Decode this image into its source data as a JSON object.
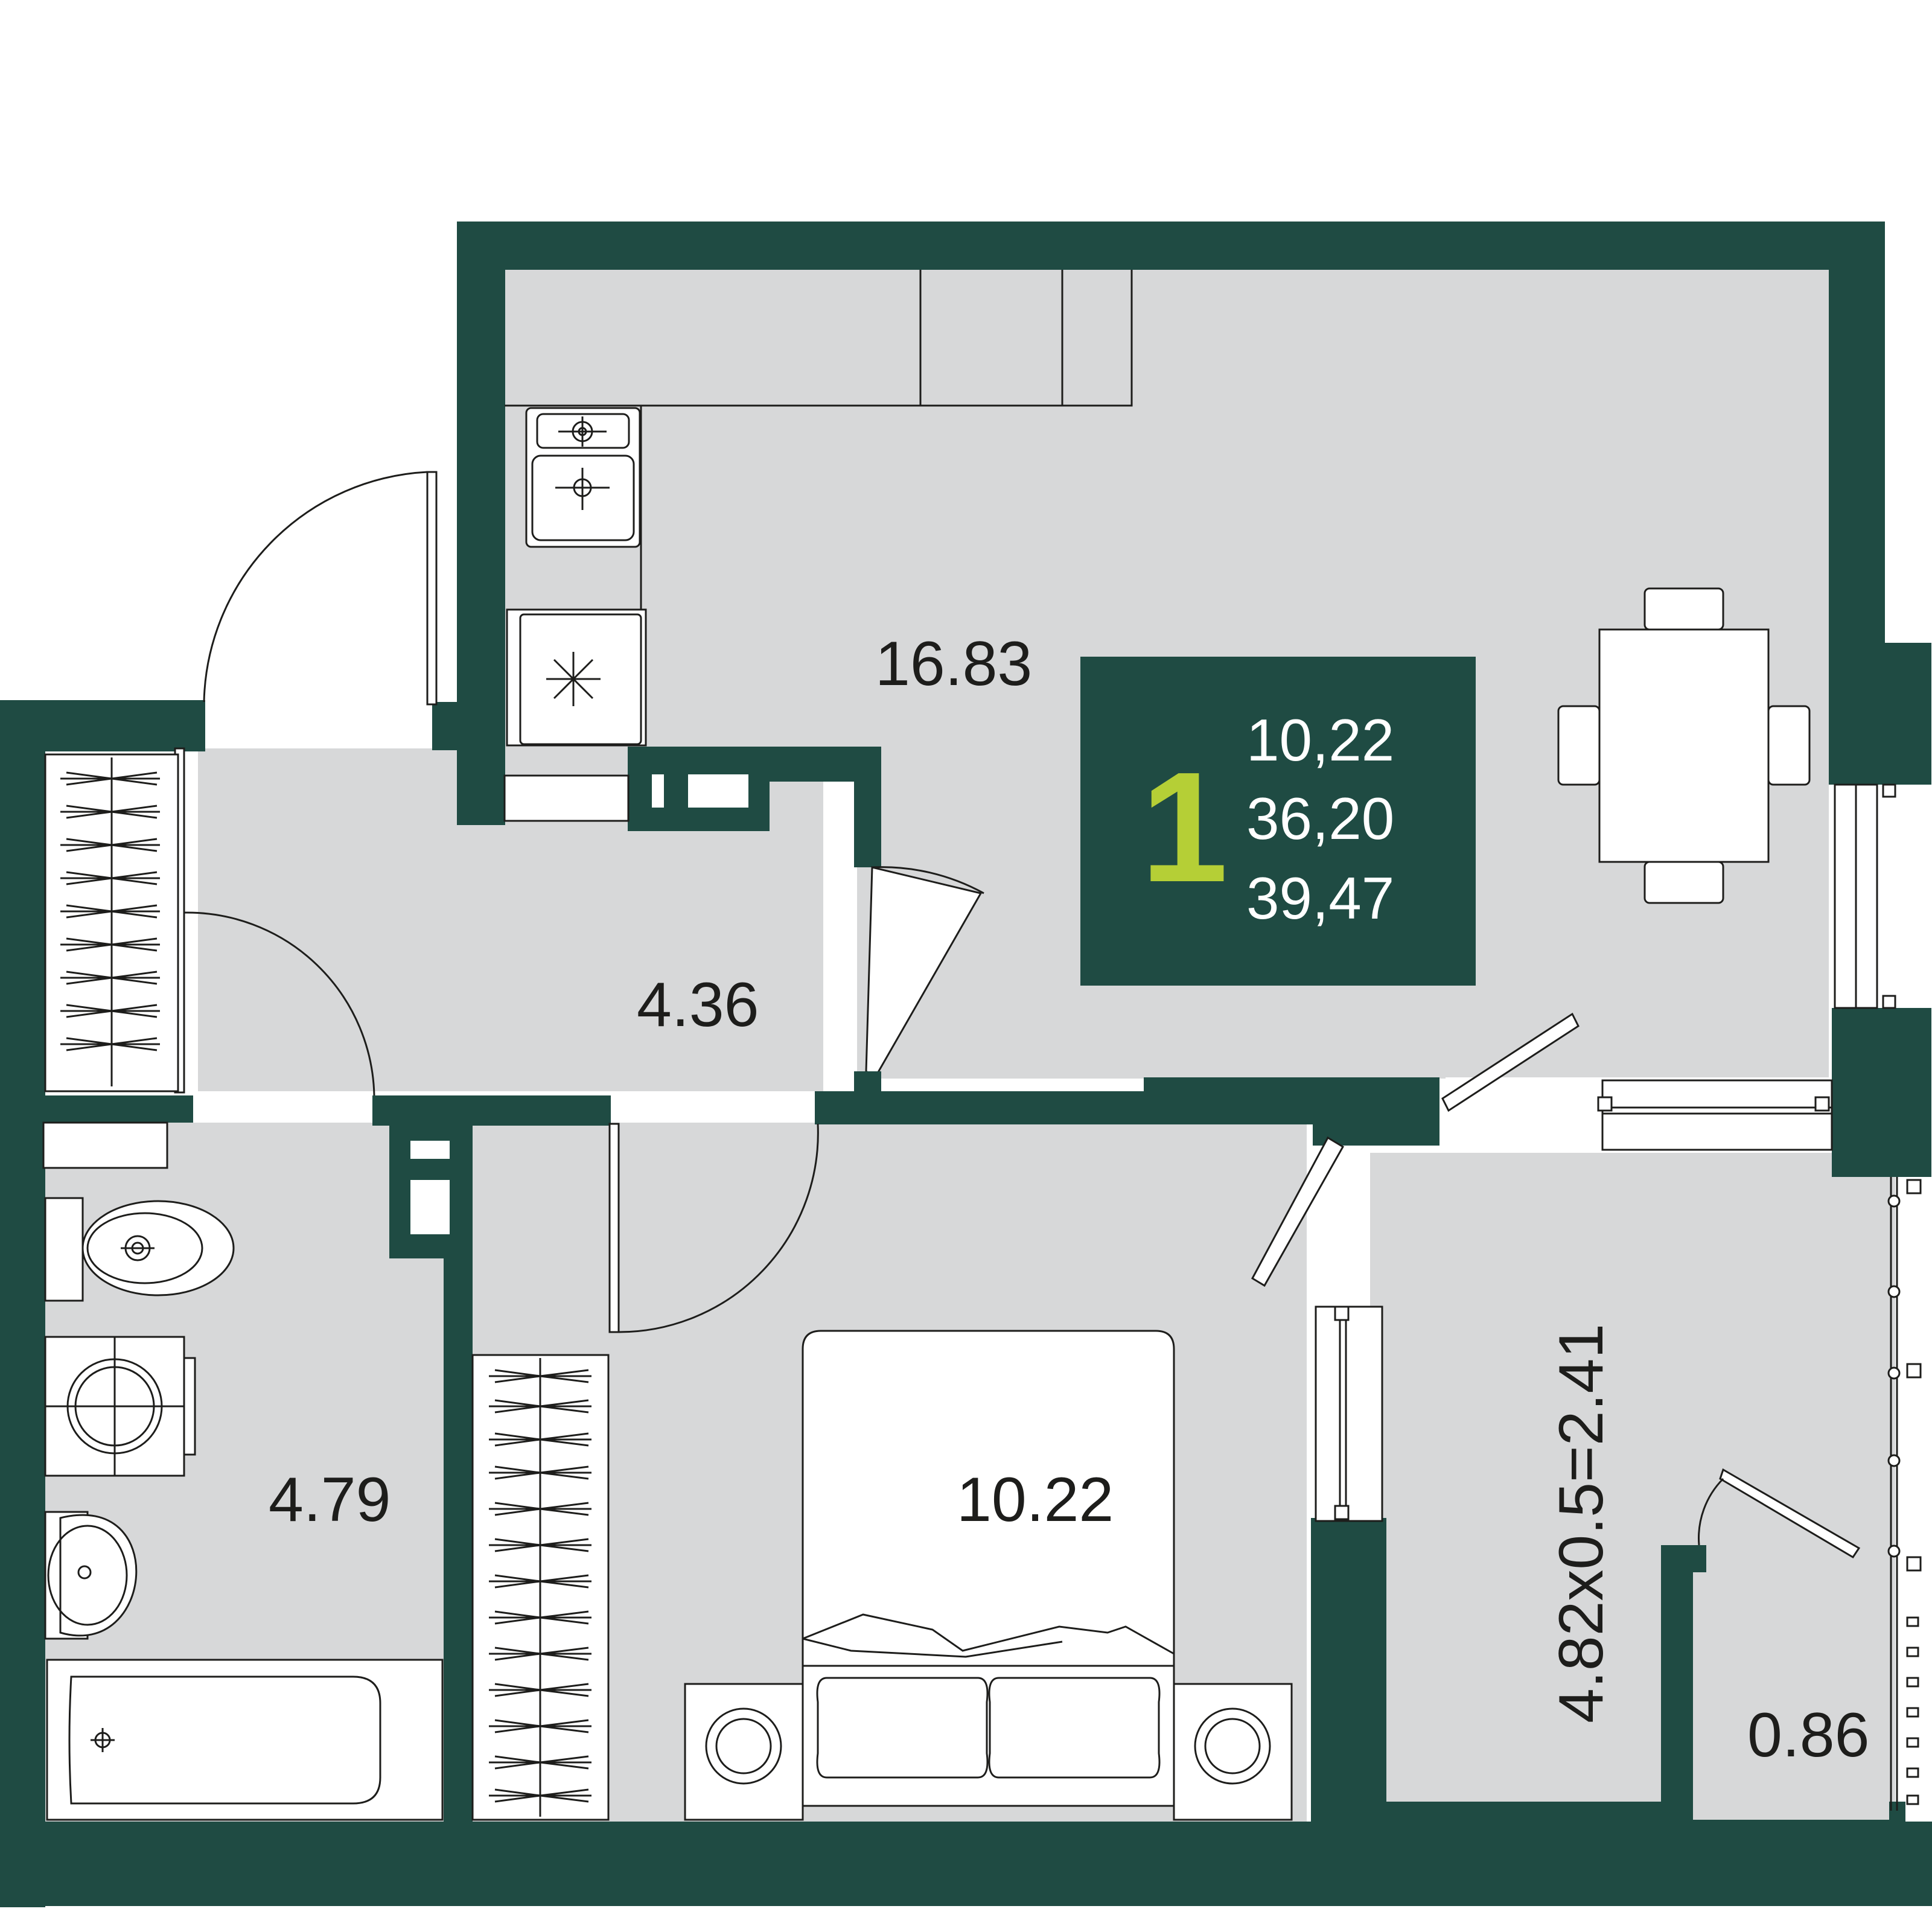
{
  "colors": {
    "wall": "#1f4b43",
    "floor": "#d7d8d9",
    "accent": "#b5cf36",
    "text": "#1d1d1b"
  },
  "summary": {
    "rooms": "1",
    "living_area": "10,22",
    "total_area": "36,20",
    "area_with_balcony": "39,47"
  },
  "rooms": {
    "kitchen_living": "16.83",
    "hallway": "4.36",
    "bathroom": "4.79",
    "bedroom": "10.22",
    "balcony": "4.82x0.5=2.41",
    "storage": "0.86"
  }
}
